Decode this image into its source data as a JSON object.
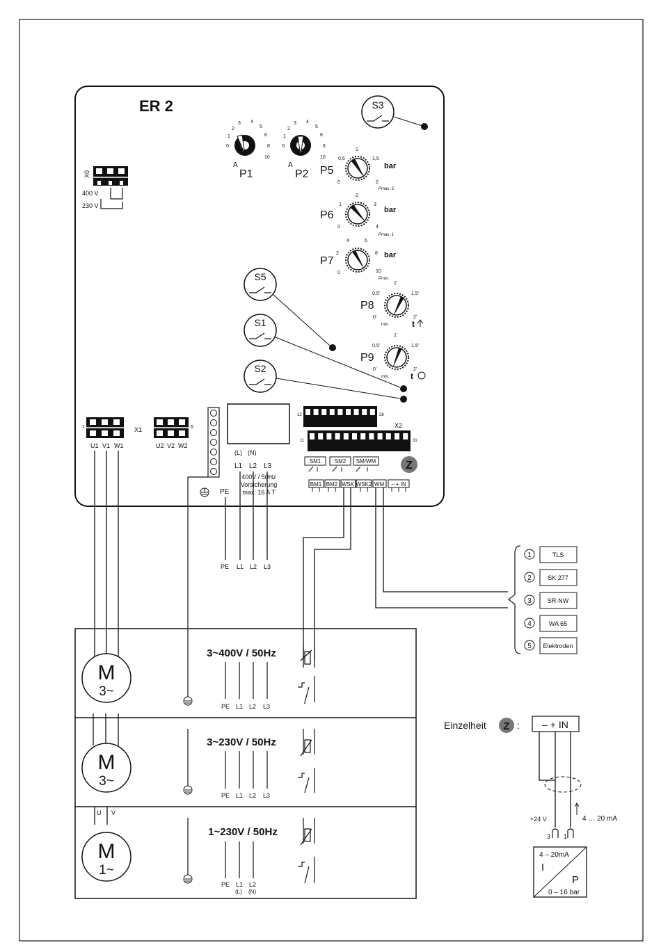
{
  "controller": {
    "title": "ER 2",
    "x0": {
      "label": "X0",
      "v400": "400 V",
      "v230": "230 V"
    },
    "pots": [
      {
        "id": "P1",
        "label": "P1",
        "ticks": [
          "0",
          "1",
          "2",
          "3",
          "4",
          "5",
          "6",
          "8",
          "10"
        ],
        "a_label": "A"
      },
      {
        "id": "P2",
        "label": "P2",
        "ticks": [
          "0",
          "1",
          "2",
          "3",
          "4",
          "5",
          "6",
          "8",
          "10"
        ],
        "a_label": "A"
      },
      {
        "id": "P5",
        "label": "P5",
        "ticks": [
          "0",
          "0,5",
          "1",
          "1,5",
          "2"
        ],
        "unit": "bar",
        "sub": "Pmax. 2"
      },
      {
        "id": "P6",
        "label": "P6",
        "ticks": [
          "0",
          "1",
          "2",
          "3",
          "4"
        ],
        "unit": "bar",
        "sub": "Pmax. 1"
      },
      {
        "id": "P7",
        "label": "P7",
        "ticks": [
          "0",
          "2",
          "4",
          "6",
          "8",
          "10"
        ],
        "unit": "bar",
        "sub": "Pmin."
      },
      {
        "id": "P8",
        "label": "P8",
        "ticks": [
          "0'",
          "0,5'",
          "1'",
          "1,5'",
          "2'"
        ],
        "unit": "t",
        "sub": "min."
      },
      {
        "id": "P9",
        "label": "P9",
        "ticks": [
          "0'",
          "0,5'",
          "1'",
          "1,5'",
          "2'"
        ],
        "unit": "t",
        "sub": "min."
      }
    ],
    "switches": {
      "s3": "S3",
      "s5": "S5",
      "s1": "S1",
      "s2": "S2"
    },
    "x1": {
      "label": "X1",
      "num_left": "1",
      "num_right": "6",
      "terms_left": [
        "U1",
        "V1",
        "W1"
      ],
      "terms_right": [
        "U2",
        "V2",
        "W2"
      ]
    },
    "x2": {
      "label": "X2",
      "num12": "12",
      "num28": "28",
      "num11": "11",
      "num31": "31"
    },
    "relays": [
      "SM1",
      "SM2",
      "SM/WM"
    ],
    "terminals_bottom": [
      "BM1",
      "BM2",
      "WSK",
      "WSK2",
      "WM",
      "–  +  IN"
    ],
    "z_marker": "Z",
    "supply": {
      "terms_top": [
        "(L)",
        "(N)"
      ],
      "terms": [
        "L1",
        "L2",
        "L3"
      ],
      "spec1": "400V / 50Hz",
      "spec2": "Vorsicherung",
      "spec3": "max. 16 A  T",
      "pe": "PE"
    }
  },
  "mains_lines": [
    "PE",
    "L1",
    "L2",
    "L3"
  ],
  "sensors": [
    {
      "num": "1",
      "name": "TLS"
    },
    {
      "num": "2",
      "name": "SK 277"
    },
    {
      "num": "3",
      "name": "SR-NW"
    },
    {
      "num": "4",
      "name": "WA 65"
    },
    {
      "num": "5",
      "name": "Elektroden"
    }
  ],
  "motors": [
    {
      "voltage": "3~400V / 50Hz",
      "motor": "M",
      "phase": "3~",
      "lines": [
        "PE",
        "L1",
        "L2",
        "L3"
      ]
    },
    {
      "voltage": "3~230V / 50Hz",
      "motor": "M",
      "phase": "3~",
      "lines": [
        "PE",
        "L1",
        "L2",
        "L3"
      ]
    },
    {
      "voltage": "1~230V / 50Hz",
      "motor": "M",
      "phase": "1~",
      "lines": [
        "PE",
        "L1",
        "L2"
      ],
      "sub": [
        "(L)",
        "(N)"
      ],
      "uv": [
        "U",
        "V"
      ]
    }
  ],
  "detail": {
    "label": "Einzelheit",
    "marker": "Z",
    "colon": ":",
    "terminal": "–  +  IN",
    "v24": "+24 V",
    "ma": "4 … 20 mA",
    "t3": "3",
    "t1": "1",
    "transmitter": {
      "range_top": "4 – 20mA",
      "i": "I",
      "p": "P",
      "range_bottom": "0 – 16 bar"
    }
  }
}
